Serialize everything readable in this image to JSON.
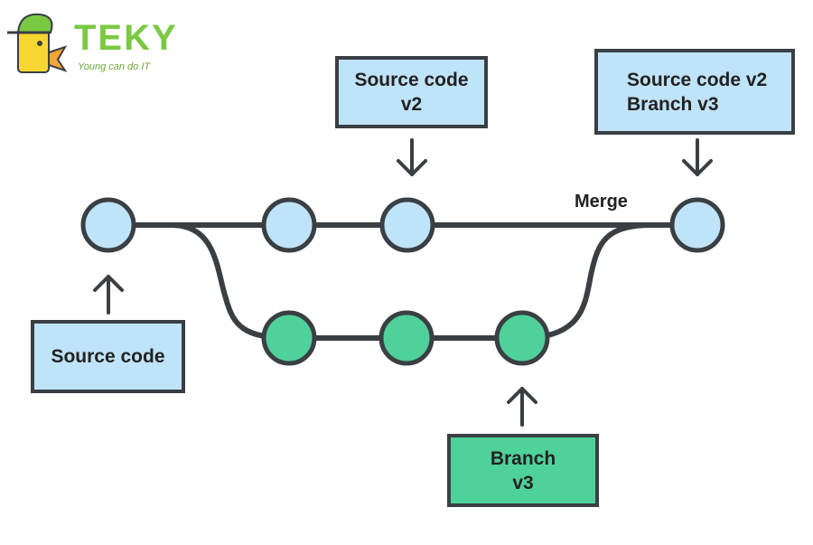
{
  "logo": {
    "name": "TEKY",
    "tagline": "Young can do IT"
  },
  "colors": {
    "main_node": "#bfe3f8",
    "branch_node": "#4fd19a",
    "stroke": "#3a3f44",
    "logo_green": "#7ac943",
    "logo_yellow": "#f7d631"
  },
  "labels": {
    "source_code": "Source code",
    "source_code_v2": {
      "line1": "Source code",
      "line2": "v2"
    },
    "merged": {
      "line1": "Source code v2",
      "line2": "Branch v3"
    },
    "branch_v3": {
      "line1": "Branch",
      "line2": "v3"
    },
    "merge": "Merge"
  }
}
